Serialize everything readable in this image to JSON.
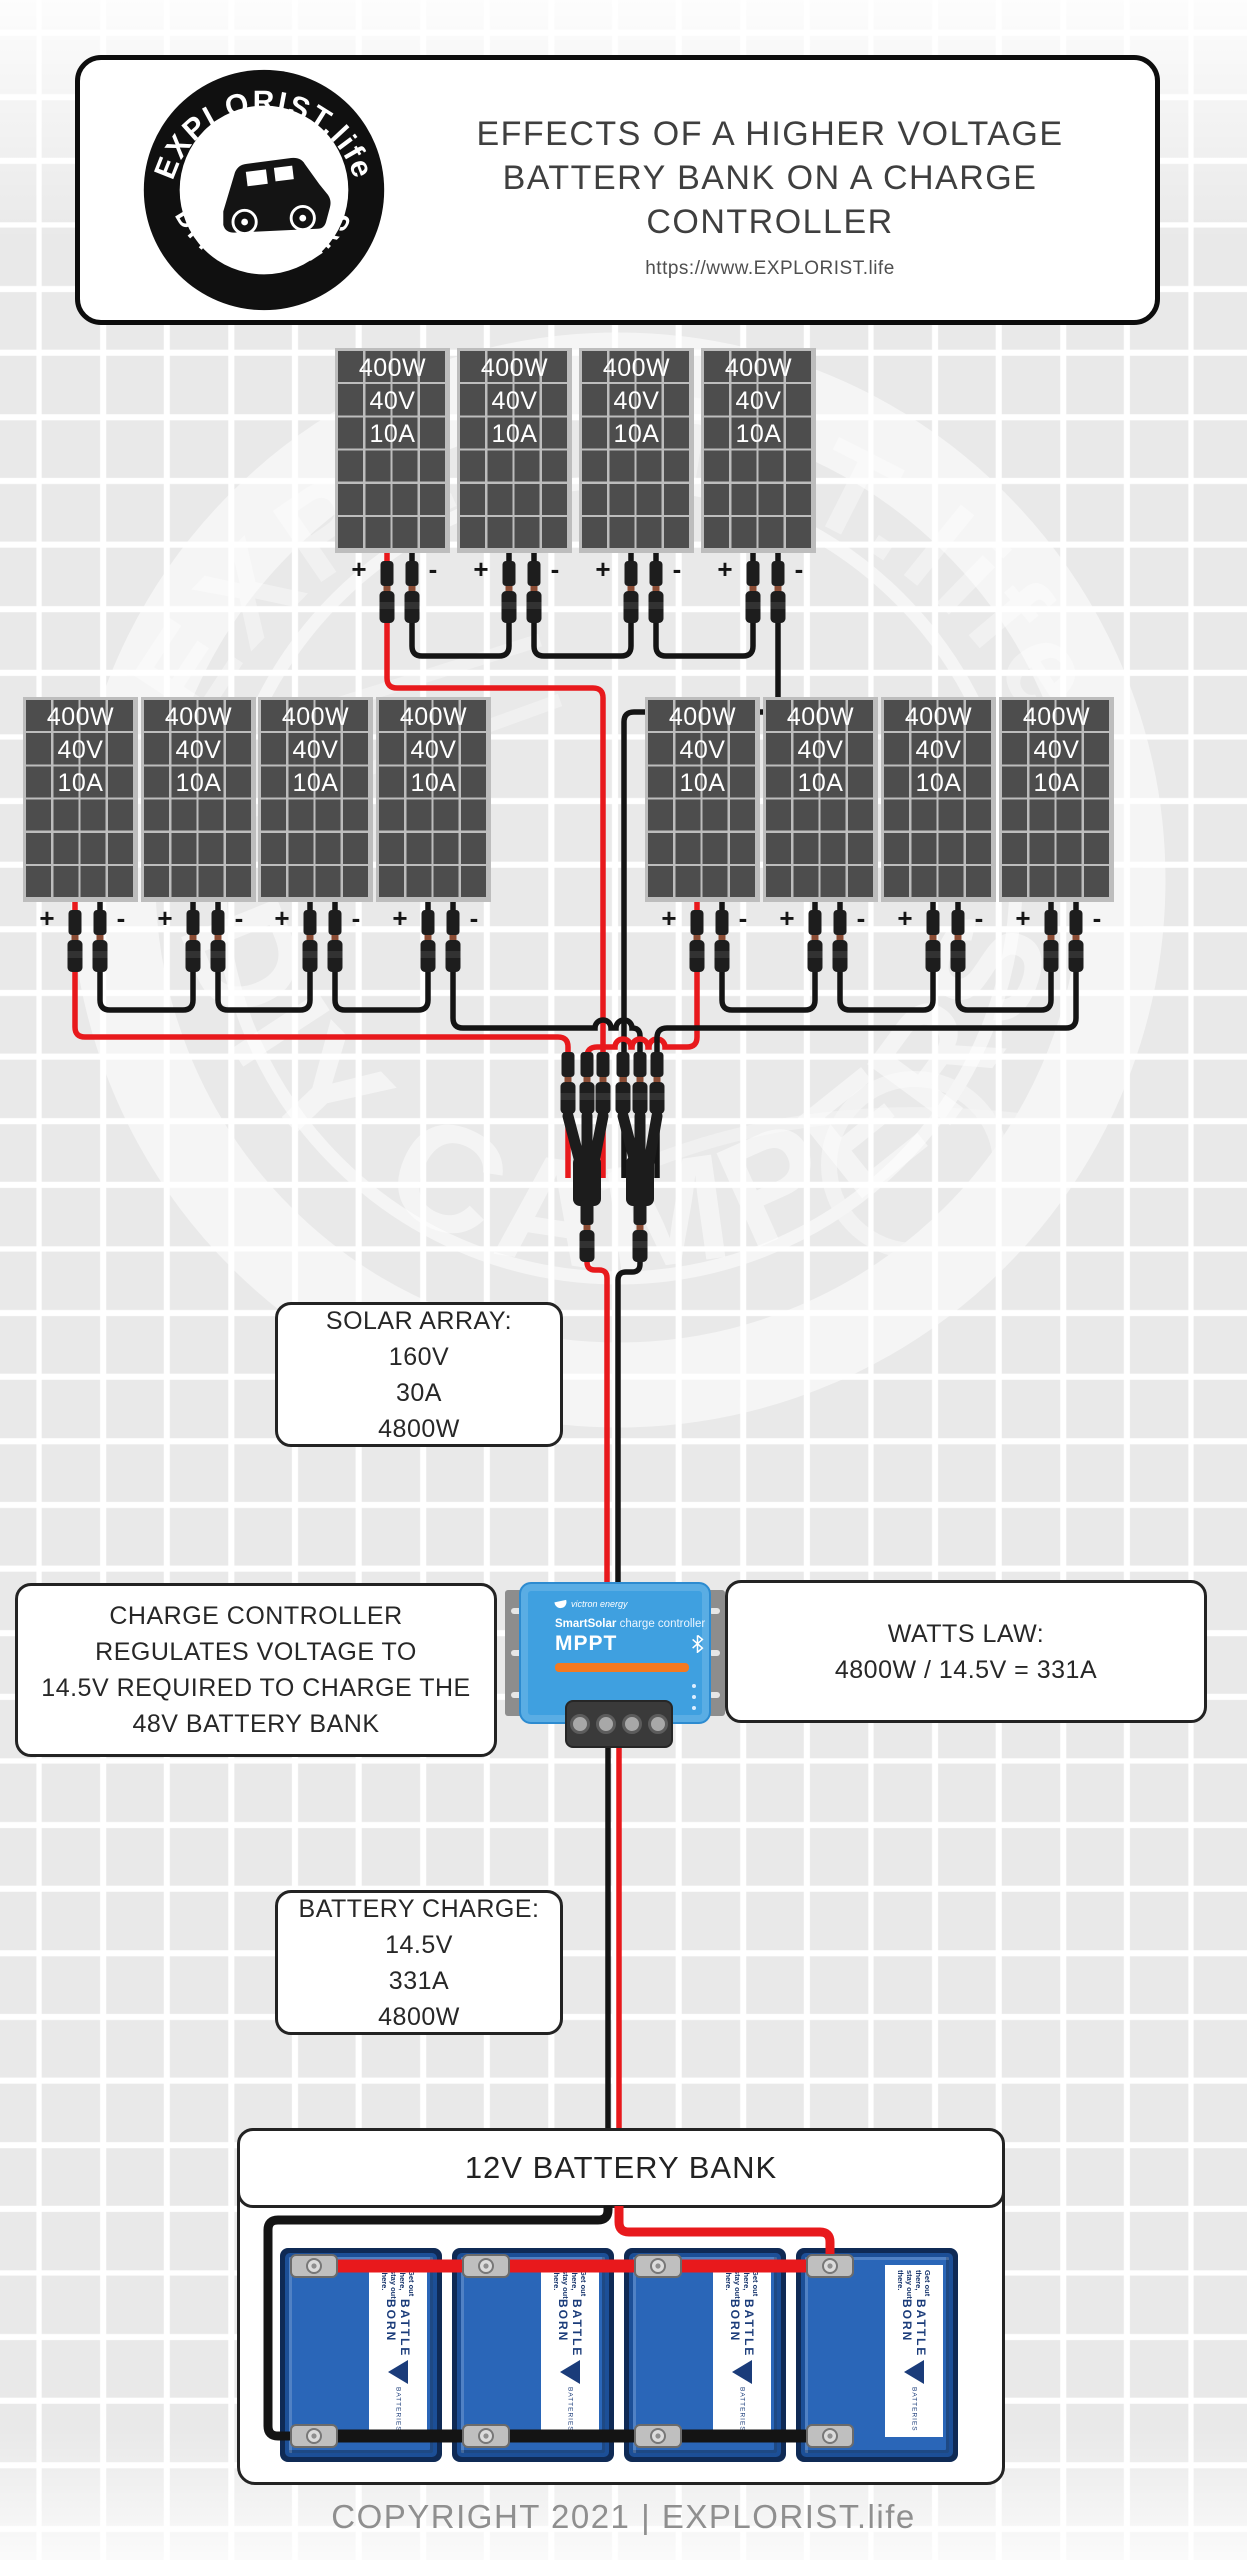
{
  "header": {
    "title_lines": [
      "EFFECTS OF A HIGHER VOLTAGE",
      "BATTERY BANK",
      "ON A CHARGE CONTROLLER"
    ],
    "url": "https://www.EXPLORIST.life"
  },
  "logo": {
    "arc_top": "EXPLORIST.life",
    "arc_bottom": "DIY CAMPERS"
  },
  "panel_label": {
    "watts": "400W",
    "volts": "40V",
    "amps": "10A"
  },
  "polarity": {
    "plus": "+",
    "minus": "-"
  },
  "labels": {
    "solar_array": {
      "title": "SOLAR ARRAY:",
      "lines": [
        "160V",
        "30A",
        "4800W"
      ]
    },
    "controller_note": {
      "lines": [
        "CHARGE CONTROLLER",
        "REGULATES VOLTAGE TO",
        "14.5V REQUIRED TO CHARGE THE",
        "48V BATTERY BANK"
      ]
    },
    "watts_law": {
      "title": "WATTS LAW:",
      "formula": "4800W / 14.5V = 331A"
    },
    "battery_charge": {
      "title": "BATTERY CHARGE:",
      "lines": [
        "14.5V",
        "331A",
        "4800W"
      ]
    },
    "battery_bank_title": "12V BATTERY BANK",
    "copyright": "COPYRIGHT 2021 | EXPLORIST.life"
  },
  "controller": {
    "brand": "victron energy",
    "product": "SmartSolar",
    "product_rest": "charge controller",
    "model": "MPPT"
  },
  "battery": {
    "brand": "BATTLE BORN",
    "sub": "BATTERIES",
    "tagline": "Get out there, stay out there."
  },
  "colors": {
    "wire_positive": "#e8191c",
    "wire_negative": "#141414",
    "controller_blue": "#3fa0e0",
    "controller_accent_orange": "#f47920",
    "battery_blue": "#2a66b8",
    "panel_cell": "#4d4d4d",
    "background": "#e9e9e9"
  }
}
